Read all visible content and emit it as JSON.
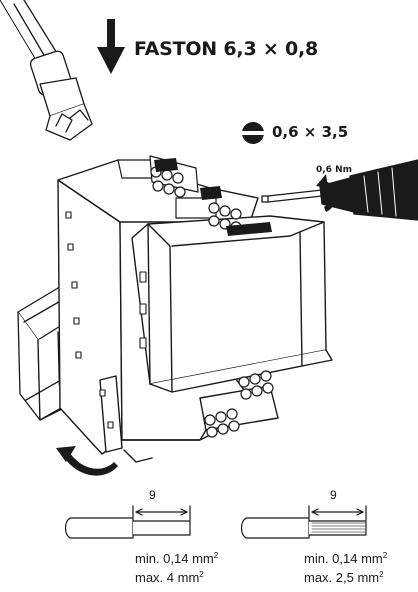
{
  "header": {
    "faston_label": "FASTON 6,3 × 0,8",
    "screwdriver_size": "0,6 × 3,5",
    "torque": "0,6 Nm"
  },
  "wire_left": {
    "strip_length": "9",
    "min_label": "min. 0,14 mm",
    "min_exp": "2",
    "max_label": "max. 4 mm",
    "max_exp": "2"
  },
  "wire_right": {
    "strip_length": "9",
    "min_label": "min. 0,14 mm",
    "min_exp": "2",
    "max_label": "max. 2,5 mm",
    "max_exp": "2"
  },
  "icons": [
    "down-arrow-icon",
    "slotted-screwdriver-icon",
    "rotation-arrow-icon",
    "mounting-rotation-arrow-icon"
  ]
}
